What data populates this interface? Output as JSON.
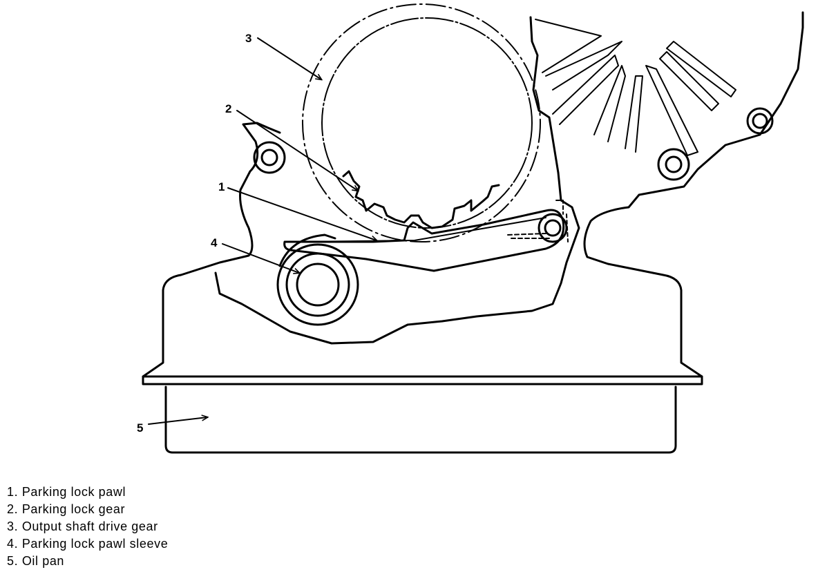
{
  "callouts": [
    {
      "id": "1",
      "label": "1"
    },
    {
      "id": "2",
      "label": "2"
    },
    {
      "id": "3",
      "label": "3"
    },
    {
      "id": "4",
      "label": "4"
    },
    {
      "id": "5",
      "label": "5"
    }
  ],
  "legend": [
    "1. Parking lock pawl",
    "2. Parking lock gear",
    "3. Output shaft drive gear",
    "4. Parking lock pawl sleeve",
    "5. Oil pan"
  ],
  "colors": {
    "line": "#000000",
    "background": "#ffffff"
  }
}
